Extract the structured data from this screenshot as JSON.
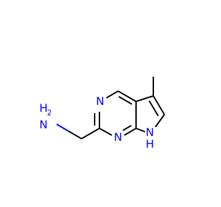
{
  "molecule": {
    "atoms": {
      "amine": {
        "label": "H",
        "label2": "N",
        "subscript": "2"
      },
      "n1": {
        "label": "N"
      },
      "n3": {
        "label": "N"
      },
      "n7": {
        "label": "N",
        "h": "H"
      }
    },
    "colors": {
      "bond": "#000000",
      "heteroatom": "#0000ff",
      "background": "#ffffff"
    }
  }
}
